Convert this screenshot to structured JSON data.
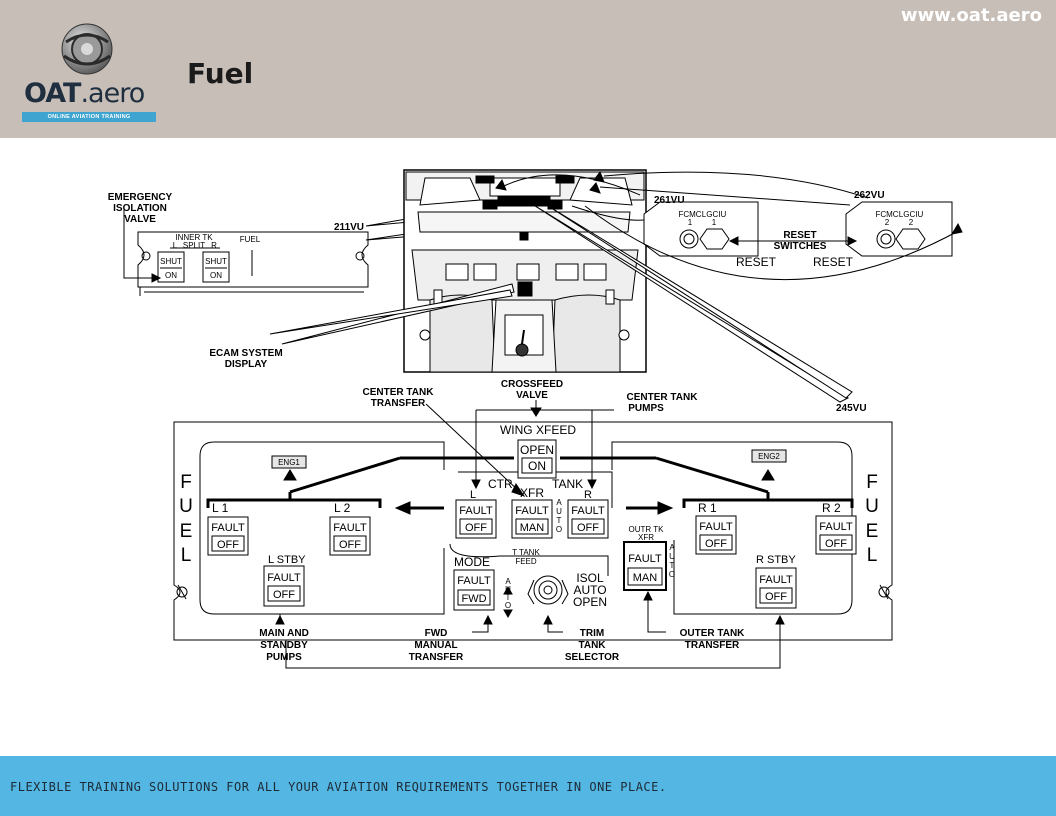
{
  "header": {
    "site_url": "www.oat.aero",
    "logo_text_bold": "OAT",
    "logo_text_light": ".aero",
    "logo_tagline": "ONLINE AVIATION TRAINING",
    "page_title": "Fuel"
  },
  "footer": {
    "tagline": "FLEXIBLE TRAINING SOLUTIONS FOR ALL YOUR AVIATION REQUIREMENTS TOGETHER IN ONE PLACE."
  },
  "colors": {
    "header_bg": "#c7beb7",
    "footer_bg": "#54b6e3",
    "logo_strip": "#3fa4cf"
  },
  "callouts": {
    "emergency_isolation": [
      "EMERGENCY",
      "ISOLATION",
      "VALVE"
    ],
    "vu211": "211VU",
    "ecam": [
      "ECAM SYSTEM",
      "DISPLAY"
    ],
    "vu261": "261VU",
    "vu262": "262VU",
    "reset_switches": [
      "RESET",
      "SWITCHES"
    ],
    "reset_left": "RESET",
    "reset_right": "RESET",
    "vu245": "245VU",
    "center_tank_transfer": [
      "CENTER TANK",
      "TRANSFER"
    ],
    "crossfeed_valve": [
      "CROSSFEED",
      "VALVE"
    ],
    "center_tank_pumps": [
      "CENTER TANK",
      "PUMPS"
    ],
    "main_standby_pumps": [
      "MAIN AND",
      "STANDBY",
      "PUMPS"
    ],
    "fwd_manual_transfer": [
      "FWD",
      "MANUAL",
      "TRANSFER"
    ],
    "trim_tank_selector": [
      "TRIM",
      "TANK",
      "SELECTOR"
    ],
    "outer_tank_transfer": [
      "OUTER TANK",
      "TRANSFER"
    ]
  },
  "panel_211vu": {
    "inner_tk": "INNER TK",
    "split": "SPLIT",
    "l": "L",
    "r": "R",
    "fuel": "FUEL",
    "shut": "SHUT",
    "on": "ON"
  },
  "panel_261vu": {
    "fcmc": "FCMC",
    "fcmc_no": "1",
    "lgciu": "LGCIU",
    "lgciu_no": "1"
  },
  "panel_262vu": {
    "fcmc": "FCMC",
    "fcmc_no": "2",
    "lgciu": "LGCIU",
    "lgciu_no": "2"
  },
  "fuel_panel": {
    "side_label": [
      "F",
      "U",
      "E",
      "L"
    ],
    "wing_xfeed": "WING  XFEED",
    "open": "OPEN",
    "on": "ON",
    "eng1": "ENG1",
    "eng2": "ENG2",
    "l1": "L 1",
    "l2": "L 2",
    "r1": "R 1",
    "r2": "R 2",
    "l_stby": "L  STBY",
    "r_stby": "R  STBY",
    "ctr": "CTR",
    "tank": "TANK",
    "ctr_l": "L",
    "ctr_r": "R",
    "xfr": "XFR",
    "auto": [
      "A",
      "U",
      "T",
      "O"
    ],
    "mode": "MODE",
    "t_tank_feed": [
      "T TANK",
      "FEED"
    ],
    "isol": [
      "ISOL",
      "AUTO",
      "OPEN"
    ],
    "outr_tk_xfr": [
      "OUTR TK",
      "XFR"
    ],
    "fault": "FAULT",
    "off": "OFF",
    "man": "MAN",
    "fwd": "FWD"
  }
}
